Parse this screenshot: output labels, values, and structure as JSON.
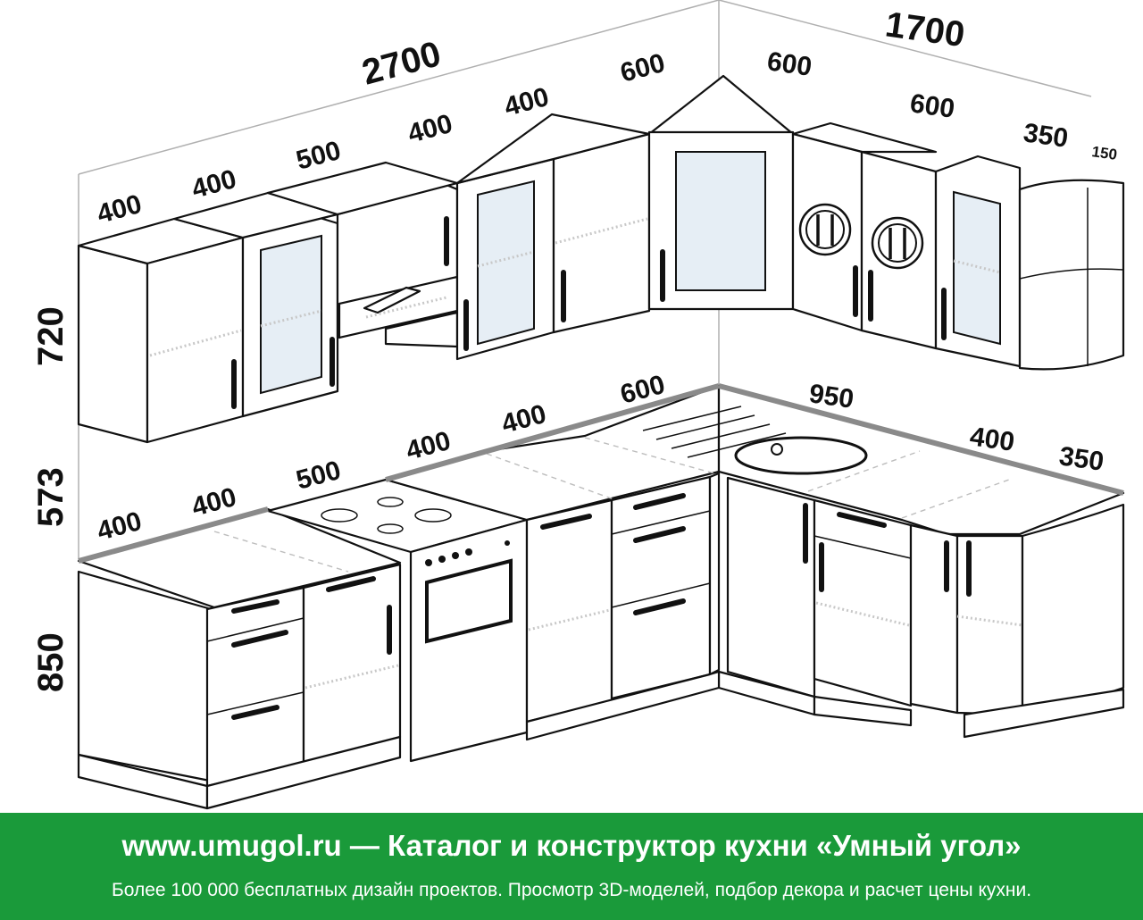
{
  "dimensions": {
    "total_left_wall": "2700",
    "total_right_wall": "1700",
    "upper_height": "720",
    "backsplash_height": "573",
    "base_height": "850",
    "upper_left": [
      "400",
      "400",
      "500",
      "400",
      "400",
      "600"
    ],
    "upper_right": [
      "600",
      "600",
      "350",
      "150"
    ],
    "base_left": [
      "400",
      "400",
      "500",
      "400",
      "400",
      "600"
    ],
    "base_right": [
      "950",
      "400",
      "350"
    ]
  },
  "icons": {
    "plate": "plate-cutlery-icon",
    "hood": "range-hood-icon",
    "hob": "gas-hob-icon",
    "sink": "sink-icon"
  },
  "colors": {
    "banner": "#1a9a3a",
    "countertop_edge": "#8a8a8a",
    "glass": "#e6eef5"
  },
  "banner": {
    "title": "www.umugol.ru — Каталог и конструктор кухни «Умный угол»",
    "subtitle": "Более 100 000 бесплатных дизайн проектов. Просмотр 3D-моделей, подбор декора и расчет цены кухни."
  }
}
